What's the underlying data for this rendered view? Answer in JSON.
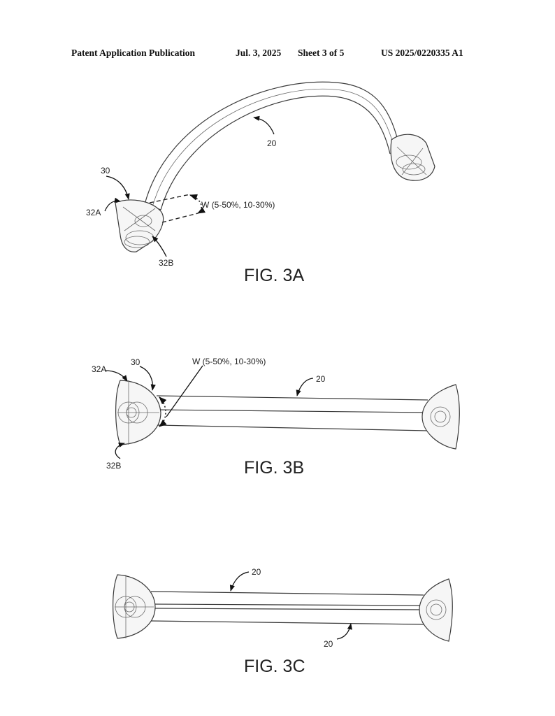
{
  "header": {
    "publication": "Patent Application Publication",
    "date": "Jul. 3, 2025",
    "sheet": "Sheet 3 of 5",
    "number": "US 2025/0220335 A1"
  },
  "figures": {
    "fig3a": {
      "caption": "FIG. 3A",
      "labels": {
        "band": "20",
        "tip": "30",
        "part_a": "32A",
        "part_b": "32B",
        "width": "W (5-50%, 10-30%)"
      }
    },
    "fig3b": {
      "caption": "FIG. 3B",
      "labels": {
        "band": "20",
        "tip": "30",
        "part_a": "32A",
        "part_b": "32B",
        "width": "W (5-50%, 10-30%)"
      }
    },
    "fig3c": {
      "caption": "FIG. 3C",
      "labels": {
        "band_top": "20",
        "band_bottom": "20"
      }
    }
  }
}
